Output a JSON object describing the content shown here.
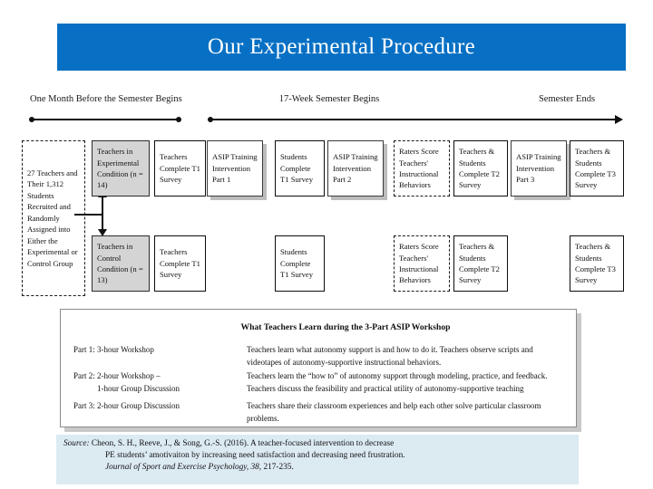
{
  "slide": {
    "title": "Our Experimental Procedure",
    "title_bar_color": "#0770c4",
    "title_text_color": "#ffffff"
  },
  "timeline": {
    "labels": [
      "One Month Before the Semester Begins",
      "17-Week Semester Begins",
      "Semester Ends"
    ]
  },
  "flow": {
    "intake": "27 Teachers and Their 1,312 Students Recruited and Randomly Assigned into Either the Experimental or Control Group",
    "top_row": [
      "Teachers in Experimental Condition (n = 14)",
      "Teachers Complete T1 Survey",
      "ASIP Training Intervention Part 1",
      "Students Complete T1 Survey",
      "ASIP Training Intervention Part 2",
      "Raters Score Teachers' Instructional Behaviors",
      "Teachers & Students Complete T2 Survey",
      "ASIP Training Intervention Part 3",
      "Teachers & Students Complete T3 Survey"
    ],
    "bottom_row": [
      "Teachers in Control Condition (n = 13)",
      "Teachers Complete T1 Survey",
      "Students Complete T1 Survey",
      "Raters Score Teachers' Instructional Behaviors",
      "Teachers & Students Complete T2 Survey",
      "Teachers & Students Complete T3 Survey"
    ]
  },
  "workshop": {
    "heading": "What Teachers Learn during the 3-Part ASIP Workshop",
    "rows": [
      {
        "label": "Part 1: 3-hour Workshop",
        "label2": "",
        "lines": [
          "Teachers learn what autonomy support is and how to do it.",
          "Teachers observe scripts and videotapes of autonomy-supportive instructional behaviors."
        ]
      },
      {
        "label": "Part 2: 2-hour Workshop  –",
        "label2": "1-hour Group Discussion",
        "lines": [
          "Teachers learn the “how to” of autonomy support through modeling, practice, and feedback.",
          "Teachers discuss the feasibility and practical utility of autonomy-supportive teaching"
        ]
      },
      {
        "label": "Part 3: 2-hour Group Discussion",
        "label2": "",
        "lines": [
          "Teachers share their classroom experiences and help each other solve particular classroom problems."
        ]
      }
    ]
  },
  "citation": {
    "source_word": "Source:",
    "line1": " Cheon, S. H., Reeve, J., & Song, G.-S. (2016).  A teacher-focused intervention to decrease",
    "line2": "PE students’ amotivaiton by increasing need satisfaction and decreasing need frustration.",
    "line3_journal": "Journal of Sport and Exercise Psychology,  38,",
    "line3_pages": " 217-235.",
    "background_color": "#dceaf2"
  }
}
